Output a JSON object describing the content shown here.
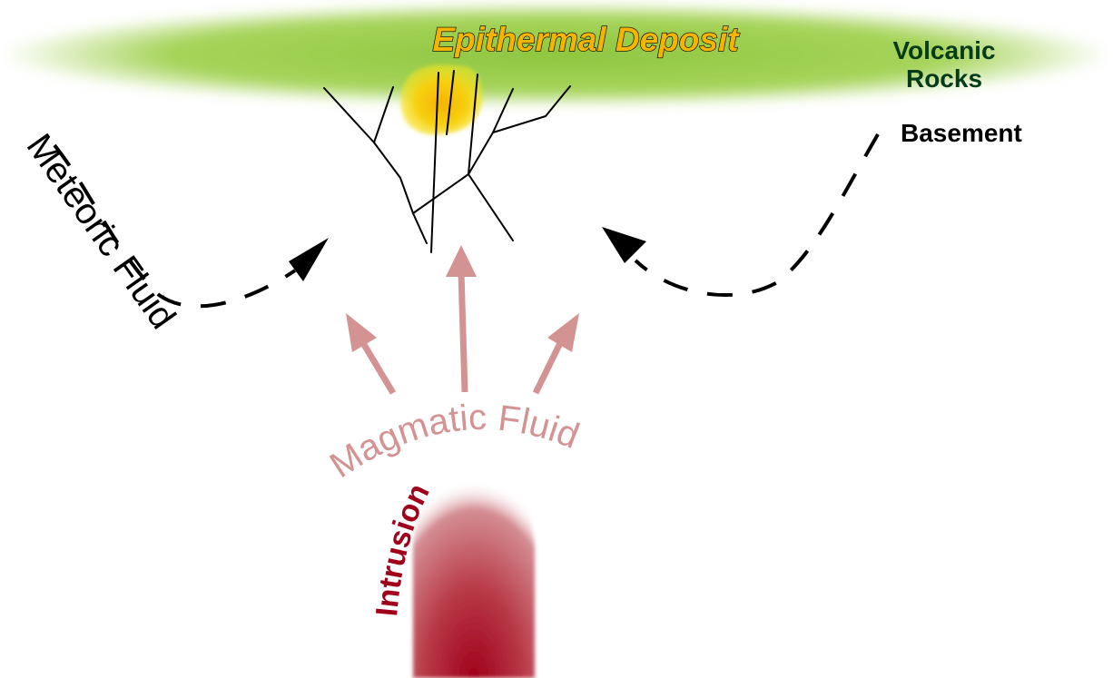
{
  "title": "Epithermal Deposit",
  "labels": {
    "volcanic_line1": "Volcanic",
    "volcanic_line2": "Rocks",
    "basement": "Basement",
    "meteoric": "Meteoric Fluid",
    "magmatic": "Magmatic Fluid",
    "intrusion": "Intrusion"
  },
  "colors": {
    "volcanic_green": "#8dc63f",
    "volcanic_text": "#063b1a",
    "deposit_gold": "#f5b400",
    "deposit_yellow": "#f7e81f",
    "meteoric_arrow": "#000000",
    "magmatic_arrow": "#d49393",
    "intrusion_red": "#a0001a"
  }
}
